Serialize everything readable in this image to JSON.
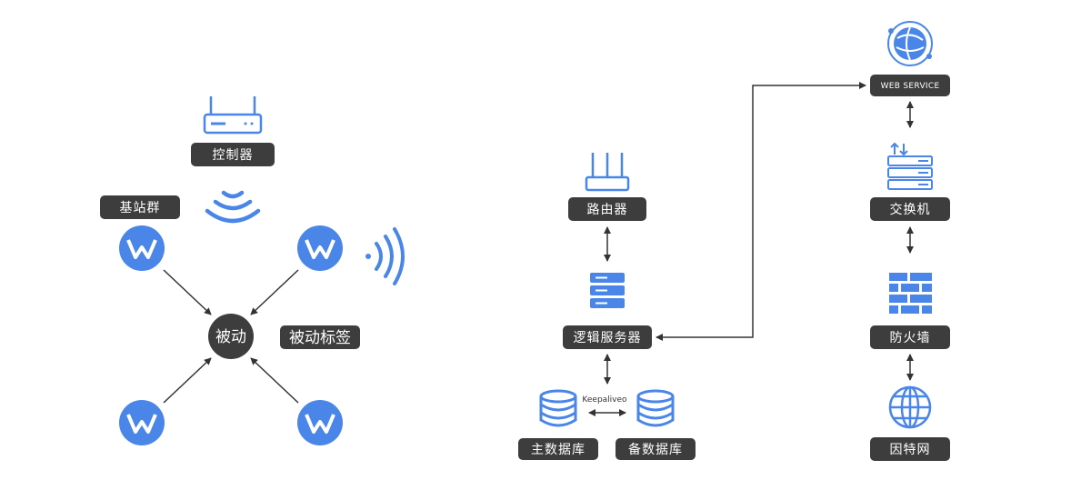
{
  "colors": {
    "accent": "#4a86e8",
    "label_bg": "#3d3d3d",
    "line": "#333333"
  },
  "left": {
    "controller_label": "控制器",
    "base_station_group_label": "基站群",
    "center_label": "被动",
    "passive_tag_label": "被动标签"
  },
  "right": {
    "router_label": "路由器",
    "logic_server_label": "逻辑服务器",
    "primary_db_label": "主数据库",
    "backup_db_label": "备数据库",
    "keepalive_label": "Keepaliveo",
    "web_service_label": "WEB SERVICE",
    "switch_label": "交换机",
    "firewall_label": "防火墙",
    "internet_label": "因特网"
  },
  "icons": [
    "router-icon",
    "wifi-signal-icon",
    "base-station-icon",
    "server-icon",
    "database-icon",
    "globe-icon",
    "switch-icon",
    "firewall-icon",
    "internet-icon"
  ]
}
